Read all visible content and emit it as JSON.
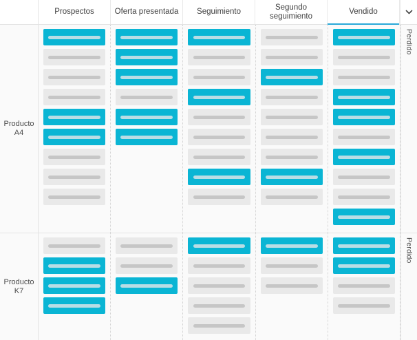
{
  "header": {
    "columns": [
      {
        "label": "Prospectos",
        "active": false
      },
      {
        "label": "Oferta presentada",
        "active": false
      },
      {
        "label": "Seguimiento",
        "active": false
      },
      {
        "label": "Segundo seguimiento",
        "active": false
      },
      {
        "label": "Vendido",
        "active": true
      }
    ],
    "chevron_icon": "chevron-down-icon"
  },
  "colors": {
    "accent": "#0ab5d4",
    "active_underline": "#29a8d8",
    "card_gray": "#e9e9e9",
    "card_gray_bar": "#c6c6c6",
    "card_blue_bar": "#b9dde5",
    "cell_background": "#fafafa",
    "grid_line": "#e3e3e3"
  },
  "rows": [
    {
      "label": "Producto A4",
      "side_label": "Perdido",
      "columns": [
        {
          "name": "Prospectos",
          "cards": [
            "blue",
            "gray",
            "gray",
            "gray",
            "blue",
            "blue",
            "gray",
            "gray",
            "gray"
          ]
        },
        {
          "name": "Oferta presentada",
          "cards": [
            "blue",
            "blue",
            "blue",
            "gray",
            "blue",
            "blue"
          ]
        },
        {
          "name": "Seguimiento",
          "cards": [
            "blue",
            "gray",
            "gray",
            "blue",
            "gray",
            "gray",
            "gray",
            "blue",
            "gray"
          ]
        },
        {
          "name": "Segundo seguimiento",
          "cards": [
            "gray",
            "gray",
            "blue",
            "gray",
            "gray",
            "gray",
            "gray",
            "blue",
            "gray"
          ]
        },
        {
          "name": "Vendido",
          "cards": [
            "blue",
            "gray",
            "gray",
            "blue",
            "blue",
            "gray",
            "blue",
            "gray",
            "gray",
            "blue"
          ]
        }
      ]
    },
    {
      "label": "Producto K7",
      "side_label": "Perdido",
      "columns": [
        {
          "name": "Prospectos",
          "cards": [
            "gray",
            "blue",
            "blue",
            "blue"
          ]
        },
        {
          "name": "Oferta presentada",
          "cards": [
            "gray",
            "gray",
            "blue"
          ]
        },
        {
          "name": "Seguimiento",
          "cards": [
            "blue",
            "gray",
            "gray",
            "gray",
            "gray"
          ]
        },
        {
          "name": "Segundo seguimiento",
          "cards": [
            "blue",
            "gray",
            "gray"
          ]
        },
        {
          "name": "Vendido",
          "cards": [
            "blue",
            "blue",
            "gray",
            "gray"
          ]
        }
      ]
    }
  ]
}
